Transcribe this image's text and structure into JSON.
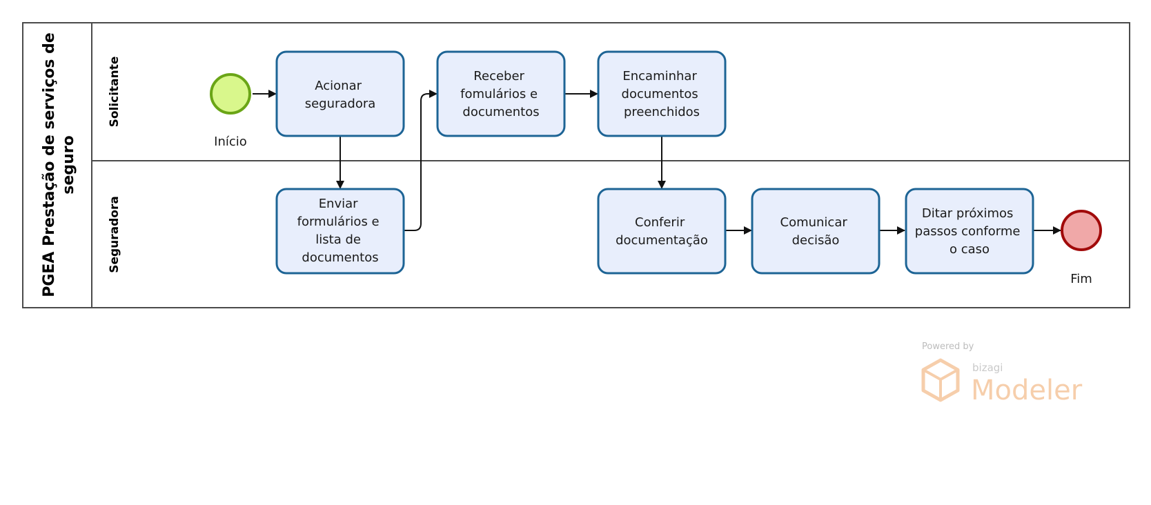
{
  "pool": {
    "title_line1": "PGEA Prestação de serviços de",
    "title_line2": "seguro"
  },
  "lanes": [
    {
      "id": "solicitante",
      "label": "Solicitante"
    },
    {
      "id": "seguradora",
      "label": "Seguradora"
    }
  ],
  "events": {
    "start": {
      "label": "Início",
      "color": "#d9f78c",
      "stroke": "#6aa516"
    },
    "end": {
      "label": "Fim",
      "color": "#f0a8a8",
      "stroke": "#a10a0a"
    }
  },
  "tasks": [
    {
      "id": "acionar",
      "lane": "solicitante",
      "lines": [
        "Acionar",
        "seguradora"
      ]
    },
    {
      "id": "receber",
      "lane": "solicitante",
      "lines": [
        "Receber",
        "fomulários e",
        "documentos"
      ]
    },
    {
      "id": "encaminhar",
      "lane": "solicitante",
      "lines": [
        "Encaminhar",
        "documentos",
        "preenchidos"
      ]
    },
    {
      "id": "enviar",
      "lane": "seguradora",
      "lines": [
        "Enviar",
        "formulários e",
        "lista de",
        "documentos"
      ]
    },
    {
      "id": "conferir",
      "lane": "seguradora",
      "lines": [
        "Conferir",
        "documentação"
      ]
    },
    {
      "id": "comunicar",
      "lane": "seguradora",
      "lines": [
        "Comunicar",
        "decisão"
      ]
    },
    {
      "id": "ditar",
      "lane": "seguradora",
      "lines": [
        "Ditar próximos",
        "passos conforme",
        "o caso"
      ]
    }
  ],
  "flows": [
    {
      "from": "start",
      "to": "acionar"
    },
    {
      "from": "acionar",
      "to": "enviar"
    },
    {
      "from": "enviar",
      "to": "receber"
    },
    {
      "from": "receber",
      "to": "encaminhar"
    },
    {
      "from": "encaminhar",
      "to": "conferir"
    },
    {
      "from": "conferir",
      "to": "comunicar"
    },
    {
      "from": "comunicar",
      "to": "ditar"
    },
    {
      "from": "ditar",
      "to": "end"
    }
  ],
  "style": {
    "task_fill": "#e8eefc",
    "task_stroke": "#1d6495",
    "line_color": "#4a4a4a"
  },
  "watermark": {
    "powered_by": "Powered by",
    "brand": "bizagi",
    "product": "Modeler",
    "color": "#f6c9a2"
  }
}
